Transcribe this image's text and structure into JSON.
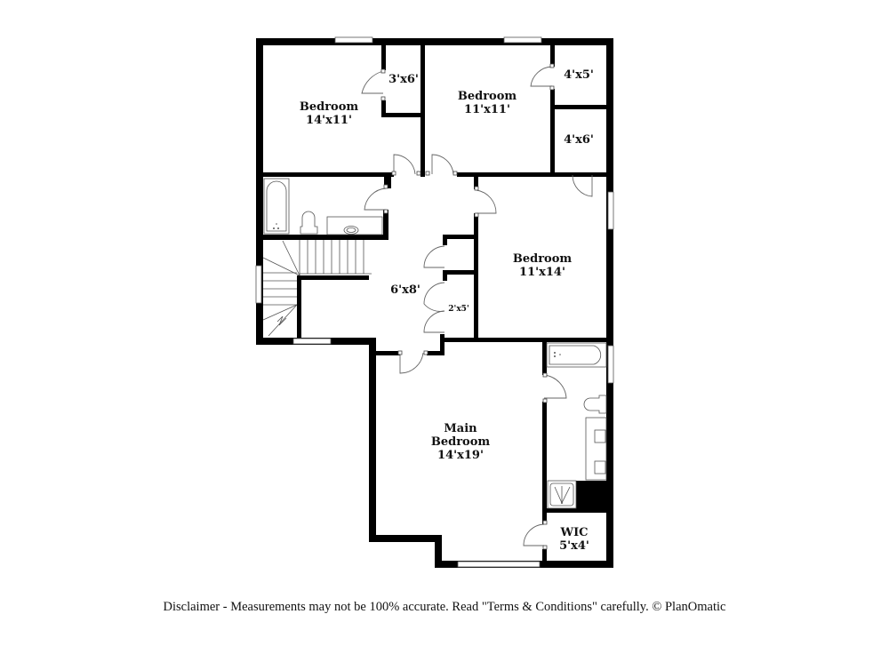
{
  "floorplan": {
    "rooms": [
      {
        "id": "bedroom-nw",
        "name": "Bedroom",
        "size": "14'x11'"
      },
      {
        "id": "closet-nw",
        "name": "",
        "size": "3'x6'"
      },
      {
        "id": "bedroom-n",
        "name": "Bedroom",
        "size": "11'x11'"
      },
      {
        "id": "closet-ne-upper",
        "name": "",
        "size": "4'x5'"
      },
      {
        "id": "closet-ne-lower",
        "name": "",
        "size": "4'x6'"
      },
      {
        "id": "bedroom-e",
        "name": "Bedroom",
        "size": "11'x14'"
      },
      {
        "id": "hall",
        "name": "",
        "size": "6'x8'"
      },
      {
        "id": "linen-closet",
        "name": "",
        "size": "2'x5'"
      },
      {
        "id": "main-bedroom",
        "name": "Main Bedroom",
        "name_line1": "Main",
        "name_line2": "Bedroom",
        "size": "14'x19'"
      },
      {
        "id": "wic",
        "name": "WIC",
        "size": "5'x4'"
      }
    ],
    "icons": [
      "bathtub-icon",
      "toilet-icon",
      "sink-icon",
      "stairs-icon",
      "shower-icon",
      "window-icon",
      "door-swing-icon"
    ],
    "colors": {
      "wall": "#000000",
      "line": "#555555",
      "background": "#ffffff"
    }
  },
  "footer": {
    "disclaimer": "Disclaimer - Measurements may not be 100% accurate. Read \"Terms & Conditions\" carefully. © PlanOmatic"
  }
}
